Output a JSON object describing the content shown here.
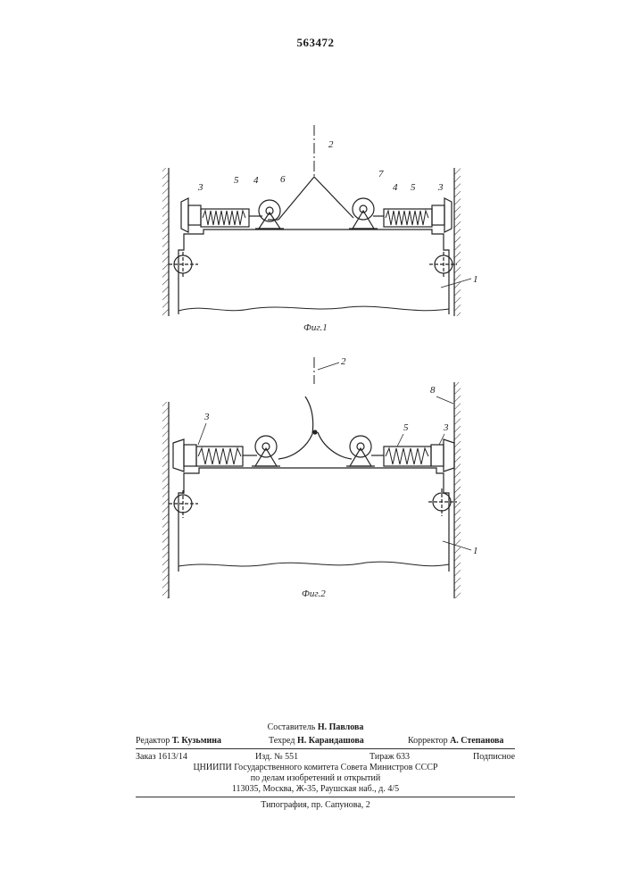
{
  "page_number": "563472",
  "figure1": {
    "caption": "Фиг.1",
    "labels": [
      "1",
      "2",
      "3",
      "3",
      "4",
      "4",
      "5",
      "5",
      "6",
      "7"
    ]
  },
  "figure2": {
    "caption": "Фиг.2",
    "labels": [
      "1",
      "2",
      "3",
      "3",
      "5",
      "8"
    ]
  },
  "colophon": {
    "compiler_label": "Составитель",
    "compiler_name": "Н. Павлова",
    "editor_label": "Редактор",
    "editor_name": "Т. Кузьмина",
    "techred_label": "Техред",
    "techred_name": "Н. Карандашова",
    "corrector_label": "Корректор",
    "corrector_name": "А. Степанова",
    "order": "Заказ 1613/14",
    "edition": "Изд. № 551",
    "circulation": "Тираж 633",
    "subscription": "Подписное",
    "institute": "ЦНИИПИ Государственного комитета Совета Министров СССР",
    "affairs": "по делам изобретений и открытий",
    "address": "113035, Москва, Ж-35, Раушская наб., д. 4/5",
    "printing": "Типография, пр. Сапунова, 2"
  }
}
